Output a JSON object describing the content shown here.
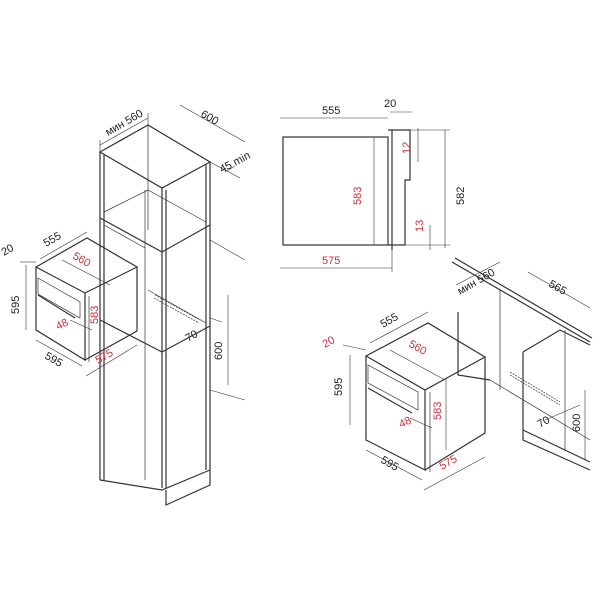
{
  "colors": {
    "line": "#333333",
    "dimension_black": "#222222",
    "dimension_red": "#c8323c"
  },
  "left_view": {
    "cabinet_width_min": "мин 560",
    "cabinet_depth": "600",
    "rear_gap": "45 min",
    "vent_depth": "70",
    "niche_height": "600",
    "oven_gap": "20",
    "oven_depth": "555",
    "oven_inner_width": "560",
    "oven_front_height": "595",
    "oven_body_height": "583",
    "handle_offset": "48",
    "oven_front_width": "595",
    "oven_body_width": "575"
  },
  "side_view": {
    "depth": "555",
    "front": "20",
    "top_offset": "12",
    "body_height": "583",
    "total_height": "582",
    "bottom_offset": "13",
    "body_width": "575"
  },
  "right_view": {
    "cabinet_width_min": "мин 560",
    "cabinet_depth": "565",
    "oven_gap": "20",
    "oven_depth": "555",
    "oven_inner_width": "560",
    "oven_front_height": "595",
    "oven_body_height": "583",
    "handle_offset": "48",
    "vent_depth": "70",
    "niche_height": "600",
    "oven_front_width": "595",
    "oven_body_width": "575"
  }
}
